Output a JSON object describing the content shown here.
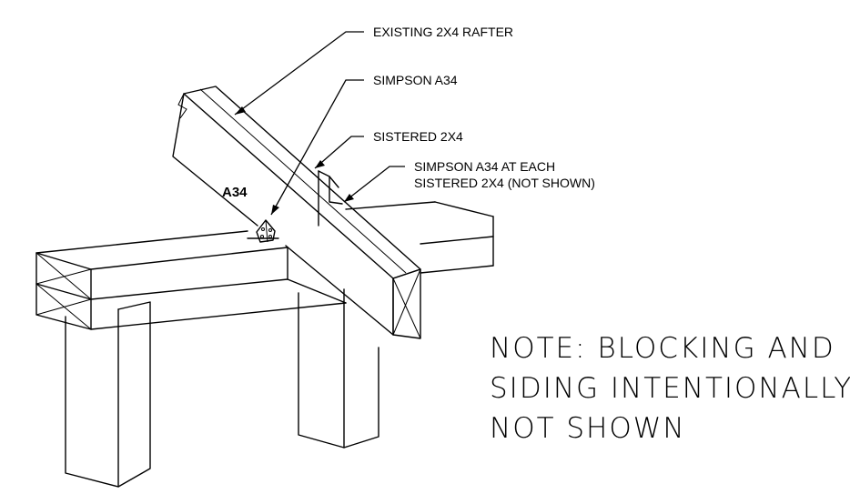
{
  "callouts": {
    "rafter": "EXISTING 2X4 RAFTER",
    "connector": "SIMPSON A34",
    "sister": "SISTERED 2X4",
    "connector_each_line1": "SIMPSON A34 AT EACH",
    "connector_each_line2": "SISTERED 2X4 (NOT SHOWN)"
  },
  "tag": "A34",
  "note": {
    "line1": "NOTE: BLOCKING AND",
    "line2": "SIDING INTENTIONALLY",
    "line3": "NOT SHOWN"
  }
}
